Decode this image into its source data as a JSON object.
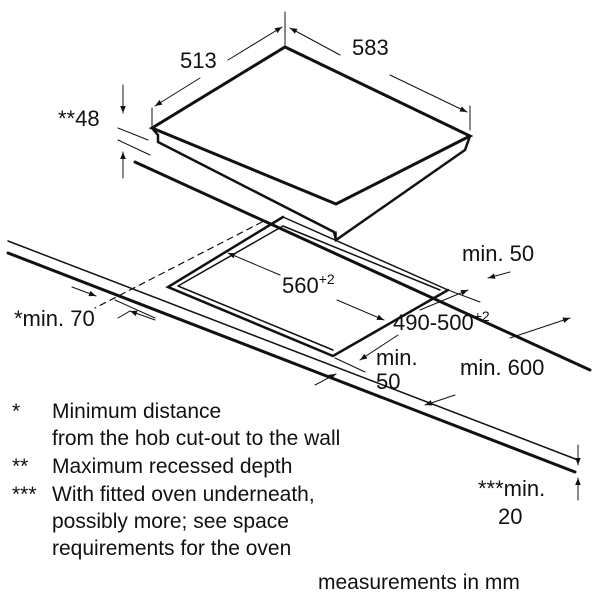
{
  "dimensions": {
    "depth": "513",
    "width": "583",
    "height": "**48",
    "back_min": "min. 50",
    "cutout_width": "560",
    "cutout_width_tol": "+2",
    "cutout_depth": "490-500",
    "cutout_depth_tol": "+2",
    "front_min": "*min. 70",
    "side_min_1": "min.",
    "side_min_2": "50",
    "worktop_min": "min. 600",
    "oven_min_1": "***min.",
    "oven_min_2": "20"
  },
  "legend": [
    {
      "mark": "*",
      "text": "Minimum distance"
    },
    {
      "mark": "",
      "text": "from the hob cut-out to the wall"
    },
    {
      "mark": "**",
      "text": "Maximum recessed depth"
    },
    {
      "mark": "***",
      "text": "With fitted oven underneath,"
    },
    {
      "mark": "",
      "text": "possibly more; see space"
    },
    {
      "mark": "",
      "text": "requirements for the oven"
    }
  ],
  "units_note": "measurements in mm"
}
